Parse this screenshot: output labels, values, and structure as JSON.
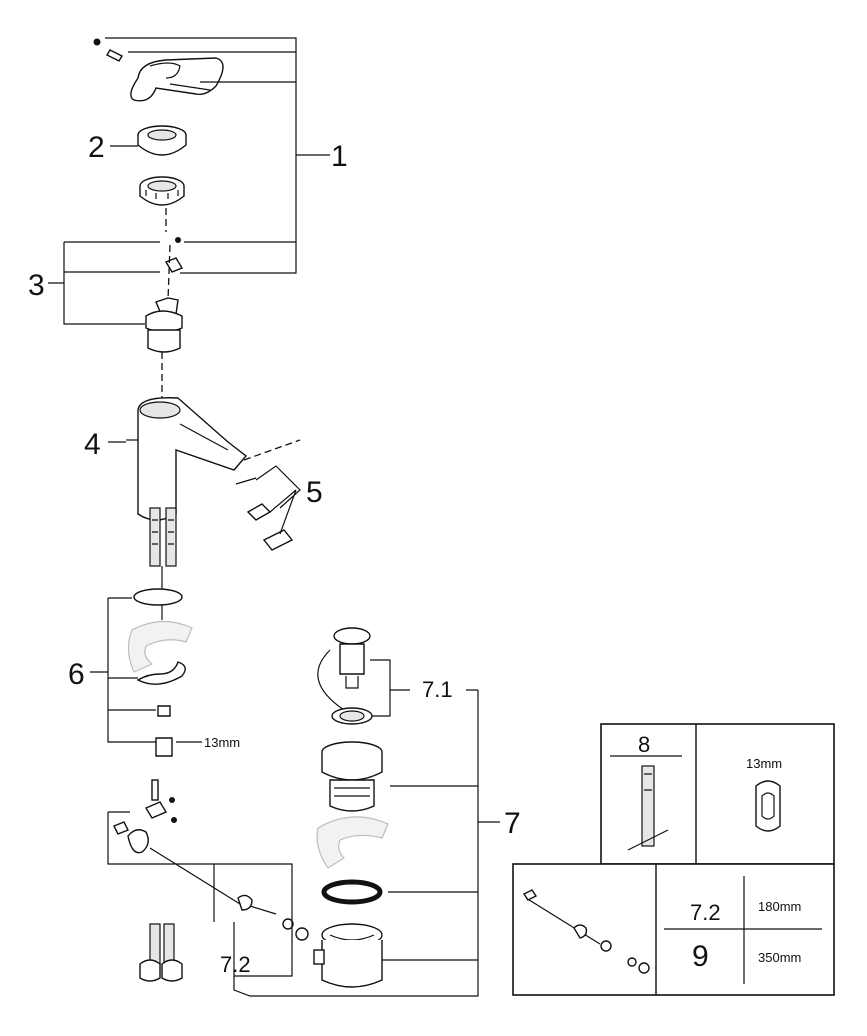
{
  "callouts": {
    "c1": "1",
    "c2": "2",
    "c3": "3",
    "c4": "4",
    "c5": "5",
    "c6": "6",
    "c7": "7",
    "c71": "7.1",
    "c72": "7.2",
    "c6_size": "13mm"
  },
  "table_tool": {
    "ref": "8",
    "size": "13mm"
  },
  "table_rod": {
    "rows": [
      {
        "ref": "7.2",
        "length": "180mm"
      },
      {
        "ref": "9",
        "length": "350mm"
      }
    ]
  }
}
